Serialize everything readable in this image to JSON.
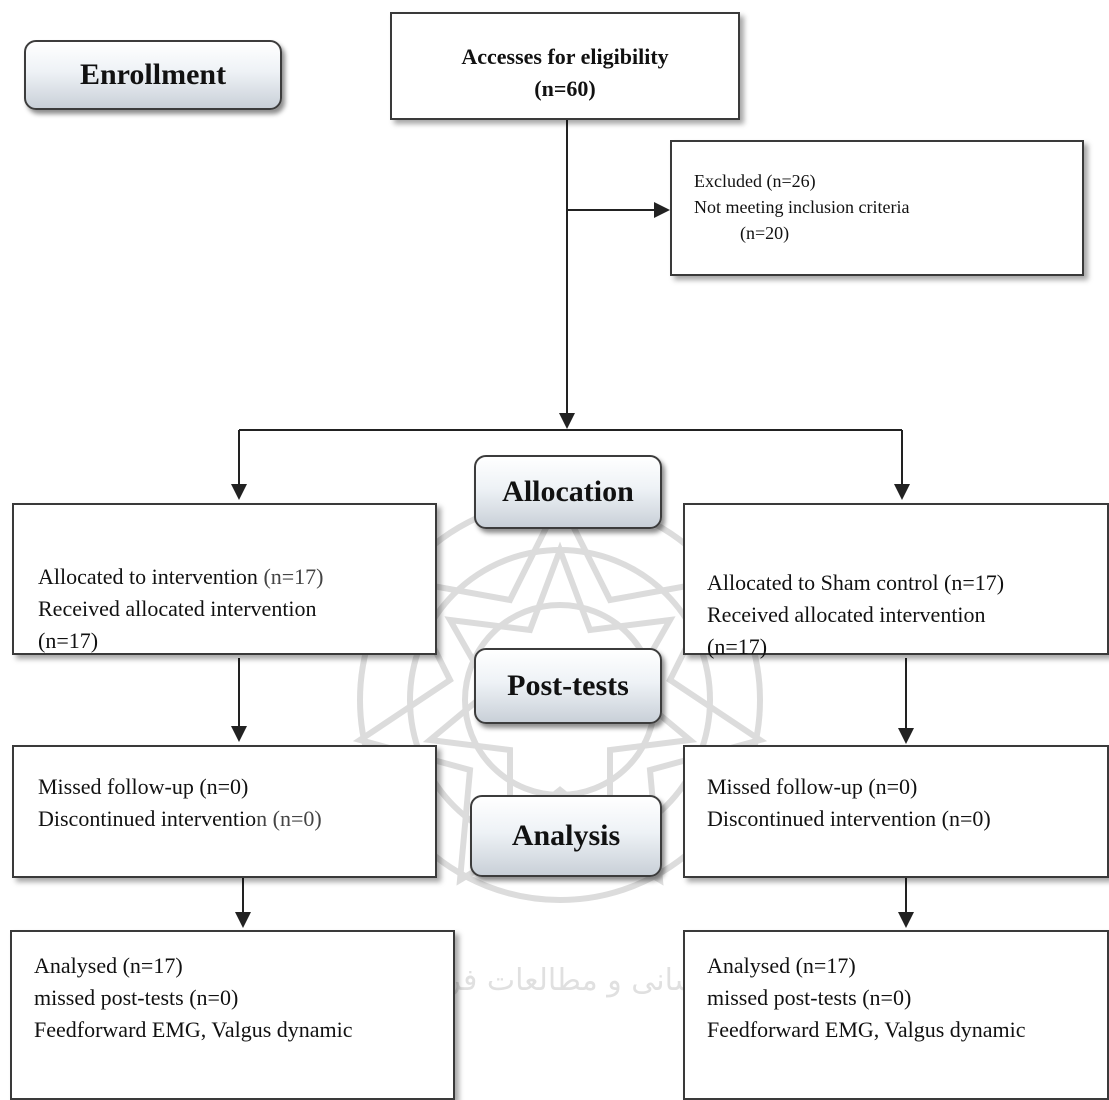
{
  "stages": {
    "enrollment": "Enrollment",
    "allocation": "Allocation",
    "post_tests": "Post-tests",
    "analysis": "Analysis"
  },
  "eligibility": {
    "line1": "Accesses for eligibility",
    "line2": "(n=60)"
  },
  "excluded": {
    "line1": "Excluded (n=26)",
    "line2": "Not meeting inclusion criteria",
    "line3": "(n=20)"
  },
  "intervention_arm": {
    "allocation": {
      "line1_prefix": "Allocated to intervention ",
      "line1_count": "(n=17)",
      "line2": "Received allocated intervention",
      "line3_clipped": "(n=17)"
    },
    "follow_up": {
      "line1": "Missed follow-up (n=0)",
      "line2_prefix": "Discontinued interventio",
      "line2_suffix": "n (n=0)"
    },
    "analysis": {
      "line1": "Analysed (n=17)",
      "line2": "missed post-tests (n=0)",
      "line3": "Feedforward EMG, Valgus dynamic"
    }
  },
  "control_arm": {
    "allocation": {
      "line1": "Allocated to Sham control (n=17)",
      "line2": "Received allocated intervention",
      "line3_clipped": "(n=17)"
    },
    "follow_up": {
      "line1": "Missed follow-up (n=0)",
      "line2": "Discontinued intervention (n=0)"
    },
    "analysis": {
      "line1": "Analysed (n=17)",
      "line2": "missed post-tests (n=0)",
      "line3": "Feedforward EMG, Valgus dynamic"
    }
  },
  "colors": {
    "box_border": "#3a3a3a",
    "arrow": "#222222",
    "muted_text": "#444444",
    "watermark": "#d7d7d7"
  }
}
